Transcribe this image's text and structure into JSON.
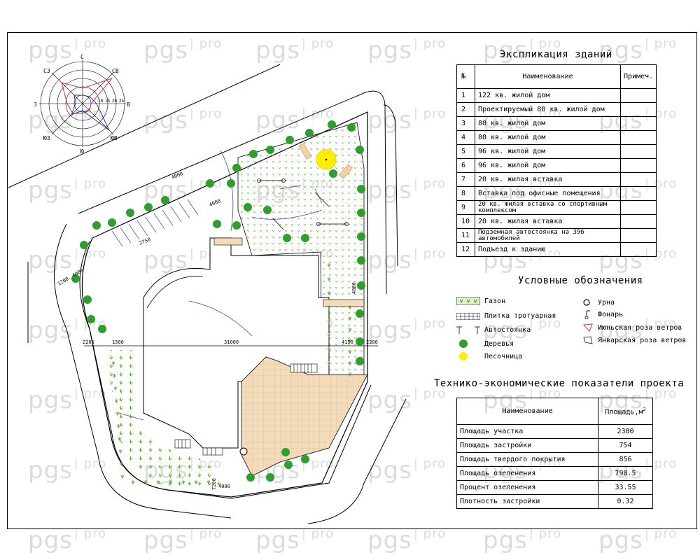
{
  "watermark": {
    "text": "pgs",
    "suffix": "pro"
  },
  "wind_rose": {
    "directions": {
      "n": "С",
      "ne": "СВ",
      "e": "В",
      "se": "ЮВ",
      "s": "Ю",
      "sw": "ЮЗ",
      "w": "З",
      "nw": "СЗ"
    },
    "scale_labels": [
      "10",
      "15",
      "20",
      "25"
    ],
    "colors": {
      "june": "#d33",
      "january": "#33a"
    }
  },
  "dimensions": {
    "d4000_top": "4000",
    "d4000_mid": "4000",
    "d4000_left": "4000",
    "d4000_bottom": "4000",
    "d2200_left": "2200",
    "d2200_right": "2200",
    "d1500": "1500",
    "d2750": "2750",
    "d7200": "7200",
    "d31000": "31000",
    "d4150": "4150",
    "d4000_right": "4000",
    "d1200": "1200"
  },
  "explication": {
    "title": "Экспликация зданий",
    "headers": {
      "num": "№",
      "name": "Наименование",
      "note": "Примеч."
    },
    "rows": [
      {
        "num": "1",
        "name": "122 кв. жилой дом"
      },
      {
        "num": "2",
        "name": "Проектируемый 80 кв. жилой дом"
      },
      {
        "num": "3",
        "name": "80 кв. жилой дом"
      },
      {
        "num": "4",
        "name": "80 кв. жилой дом"
      },
      {
        "num": "5",
        "name": "96 кв. жилой дом"
      },
      {
        "num": "6",
        "name": "96 кв. жилой дом"
      },
      {
        "num": "7",
        "name": "20 кв. жилая вставка"
      },
      {
        "num": "8",
        "name": "Вставка под офисные помещения"
      },
      {
        "num": "9",
        "name_line1": "20 кв. жилая вставка со спортивным",
        "name_line2": "комплексом"
      },
      {
        "num": "10",
        "name": "20 кв. жилая вставка"
      },
      {
        "num": "11",
        "name_line1": "Подземная автостоянка на 396",
        "name_line2": "автомобилей"
      },
      {
        "num": "12",
        "name": "Подъезд к зданию"
      }
    ]
  },
  "legend": {
    "title": "Условные обозначения",
    "items": {
      "lawn": "Газон",
      "tile": "Плитка тротуарная",
      "parking": "Автостоянка",
      "trees": "Деревья",
      "sandbox": "Песочница",
      "urn": "Урна",
      "lamp": "Фонарь",
      "june_rose": "Июньская роза ветров",
      "january_rose": "Январская роза ветров"
    }
  },
  "tech": {
    "title": "Технико-экономические показатели проекта",
    "headers": {
      "name": "Наименование",
      "area": "Площадь,м",
      "sup": "2"
    },
    "rows": [
      {
        "name": "Площадь участка",
        "value": "2380"
      },
      {
        "name": "Площадь застройки",
        "value": "754"
      },
      {
        "name": "Площадь твердого покрытия",
        "value": "856"
      },
      {
        "name": "Площадь озеленения",
        "value": "798.5"
      },
      {
        "name": "Процент озеленения",
        "value": "33.55"
      },
      {
        "name": "Плотность застройки",
        "value": "0.32"
      }
    ]
  }
}
